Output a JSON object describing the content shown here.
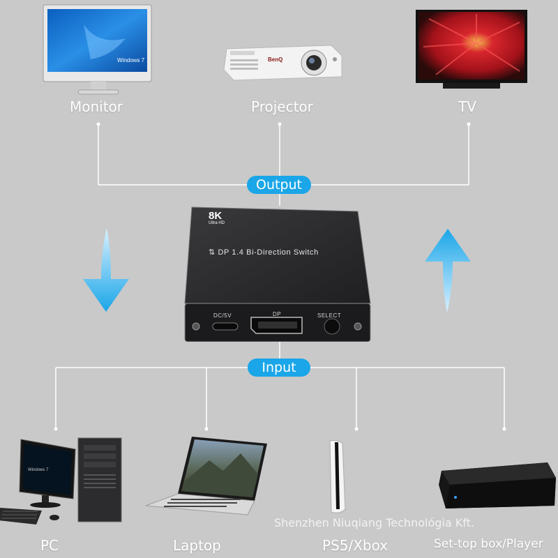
{
  "outputs": [
    {
      "id": "monitor",
      "label": "Monitor",
      "screen_text": "Windows 7"
    },
    {
      "id": "projector",
      "label": "Projector",
      "brand": "BenQ"
    },
    {
      "id": "tv",
      "label": "TV"
    }
  ],
  "inputs": [
    {
      "id": "pc",
      "label": "PC"
    },
    {
      "id": "laptop",
      "label": "Laptop"
    },
    {
      "id": "ps5",
      "label": "PS5/Xbox"
    },
    {
      "id": "settop",
      "label": "Set-top box/Player"
    }
  ],
  "output_badge": "Output",
  "input_badge": "Input",
  "device": {
    "badge_main": "8K",
    "badge_sub": "Ultra HD",
    "title": "DP 1.4 Bi-Direction Switch",
    "port_dc": "DC/5V",
    "port_dp": "DP",
    "port_select": "SELECT"
  },
  "watermark": "Shenzhen Niuqiang Technológia Kft.",
  "colors": {
    "background": "#c9c9c9",
    "accent": "#1aa6e8",
    "line": "#ffffff",
    "device_body": "#2b2b2d"
  },
  "icons": [
    "arrow-down-icon",
    "arrow-up-icon"
  ]
}
